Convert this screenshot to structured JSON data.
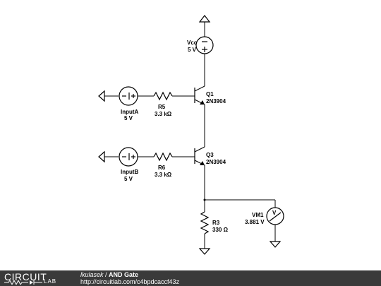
{
  "circuit": {
    "vcc": {
      "name": "Vcc",
      "value": "5 V"
    },
    "q1": {
      "name": "Q1",
      "part": "2N3904"
    },
    "q3": {
      "name": "Q3",
      "part": "2N3904"
    },
    "input_a": {
      "name": "InputA",
      "value": "5 V"
    },
    "input_b": {
      "name": "InputB",
      "value": "5 V"
    },
    "r5": {
      "name": "R5",
      "value": "3.3 kΩ"
    },
    "r6": {
      "name": "R6",
      "value": "3.3 kΩ"
    },
    "r3": {
      "name": "R3",
      "value": "330 Ω"
    },
    "vm1": {
      "name": "VM1",
      "value": "3.881 V",
      "symbol": "V"
    }
  },
  "footer": {
    "logo_top": "CIRCUIT",
    "logo_bottom": "LAB",
    "author": "lkulasek",
    "separator": " / ",
    "title": "AND Gate",
    "url": "http://circuitlab.com/c4bpdcaccf43z"
  }
}
